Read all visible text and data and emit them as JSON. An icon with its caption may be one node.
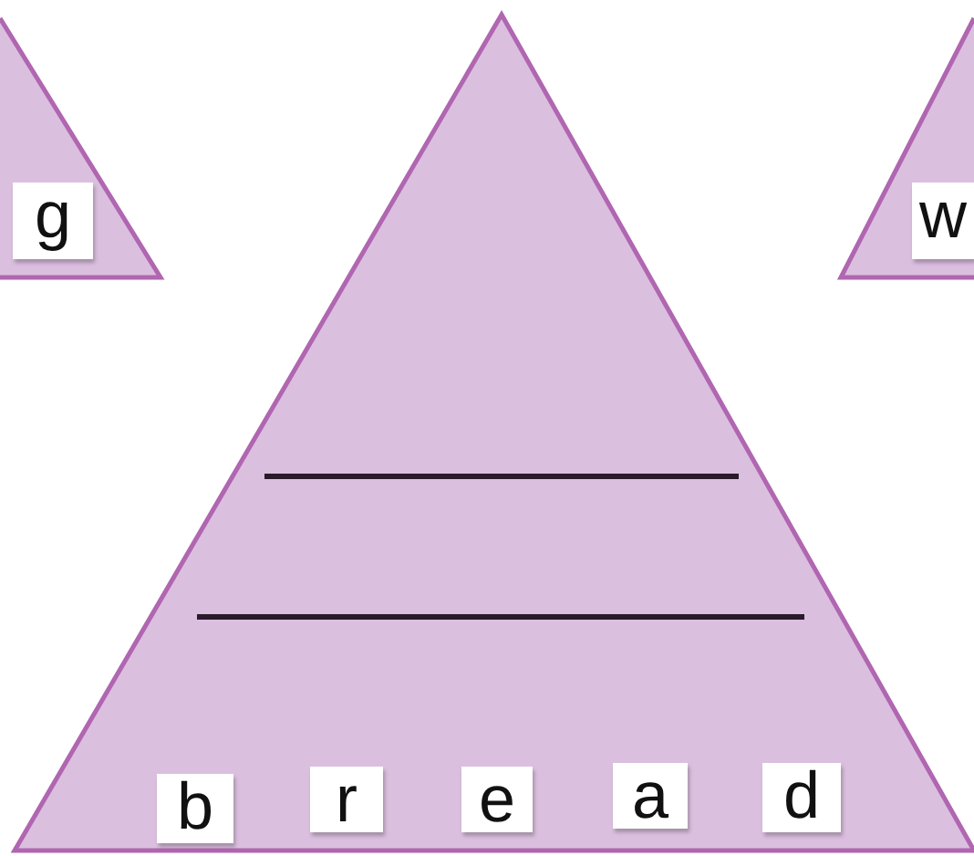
{
  "diagram": {
    "nodes": [
      {
        "text": [],
        "shape": "triangle"
      },
      {
        "text": [
          "g"
        ],
        "in": 0
      },
      {
        "text": [],
        "shape": "triangle"
      },
      {
        "text": [
          "w"
        ],
        "in": 2
      },
      {
        "text": [],
        "shape": "triangle"
      },
      {
        "text": [
          "b"
        ],
        "in": 4
      },
      {
        "text": [
          "r"
        ],
        "in": 4
      },
      {
        "text": [
          "e"
        ],
        "in": 4
      },
      {
        "text": [
          "a"
        ],
        "in": 4
      },
      {
        "text": [
          "d"
        ],
        "in": 4
      }
    ]
  }
}
